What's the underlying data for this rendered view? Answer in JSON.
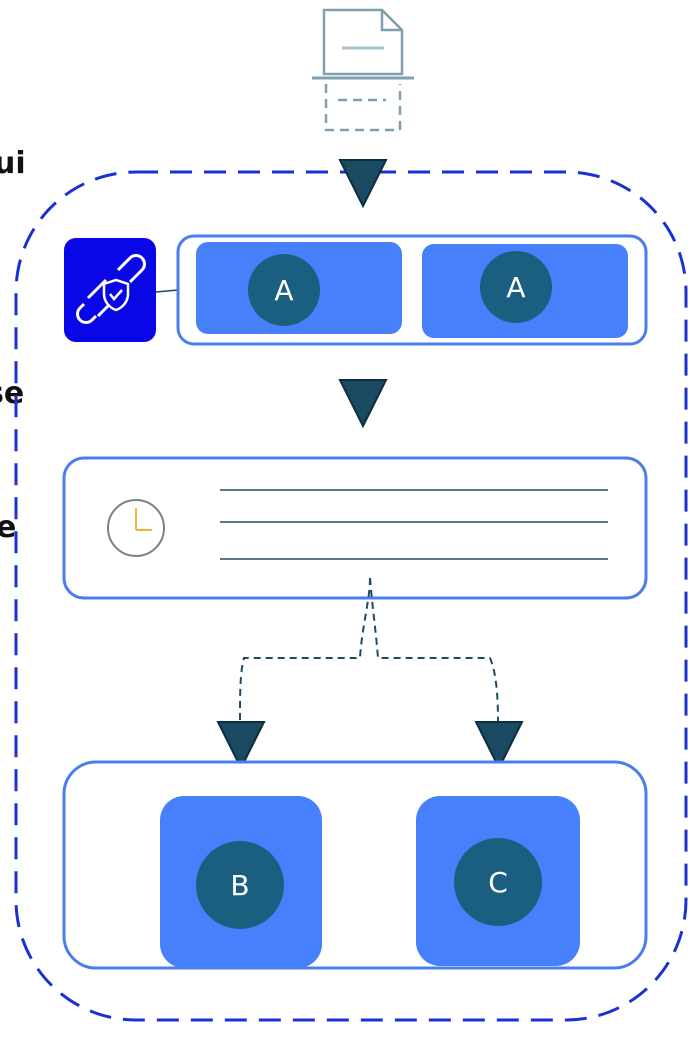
{
  "clipped_text": [
    "ui",
    "se",
    "e"
  ],
  "stages": {
    "top": {
      "nodes": [
        {
          "label": "A"
        },
        {
          "label": "A"
        }
      ]
    },
    "bottom": {
      "nodes": [
        {
          "label": "B"
        },
        {
          "label": "C"
        }
      ]
    }
  },
  "icons": {
    "input": "document-icon",
    "security": "link-shield-icon",
    "queue": "clock-icon"
  },
  "colors": {
    "outer_dashed": "#1a2fd6",
    "panel_border": "#4a7ef0",
    "tile_fill": "#4680fb",
    "circle_fill": "#1a5f80",
    "arrow_fill": "#1b4a63",
    "security_fill": "#0a07e6"
  }
}
